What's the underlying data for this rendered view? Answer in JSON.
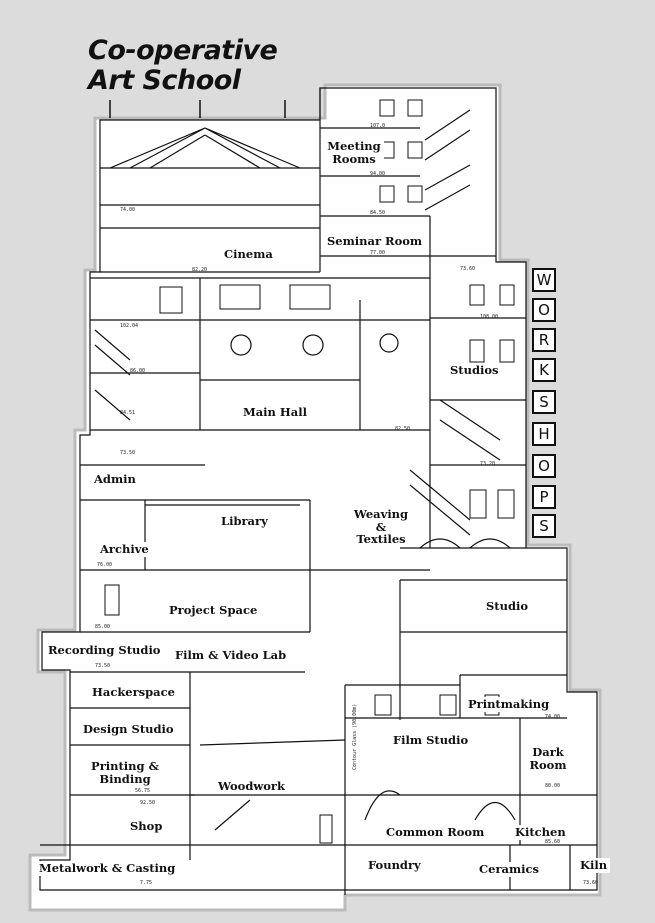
{
  "title": {
    "line1": "Co-operative",
    "line2": "Art School"
  },
  "workshops_letters": [
    "W",
    "O",
    "R",
    "K",
    "S",
    "H",
    "O",
    "P",
    "S"
  ],
  "rooms": {
    "meeting_rooms": "Meeting Rooms",
    "seminar_room": "Seminar Room",
    "cinema": "Cinema",
    "studios": "Studios",
    "main_hall": "Main Hall",
    "admin": "Admin",
    "library": "Library",
    "weaving": "Weaving & Textiles",
    "archive": "Archive",
    "project_space": "Project Space",
    "studio": "Studio",
    "recording_studio": "Recording Studio",
    "film_video_lab": "Film & Video Lab",
    "hackerspace": "Hackerspace",
    "printmaking": "Printmaking",
    "design_studio": "Design Studio",
    "film_studio": "Film Studio",
    "dark_room": "Dark Room",
    "printing_binding": "Printing & Binding",
    "woodwork": "Woodwork",
    "shop": "Shop",
    "common_room": "Common Room",
    "kitchen": "Kitchen",
    "metalwork": "Metalwork & Casting",
    "foundry": "Foundry",
    "ceramics": "Ceramics",
    "kiln": "Kiln"
  },
  "levels": {
    "l1": "107.0",
    "l2": "94.00",
    "l3": "84.50",
    "l4": "77.00",
    "l5": "73.60",
    "l6": "74.00",
    "l7": "82.20",
    "l8": "102.04",
    "l9": "86.00",
    "l10": "84.51",
    "l11": "73.50",
    "l12": "82.50",
    "l13": "73.50",
    "l14": "56.75",
    "l15": "7.75",
    "l16": "92.50",
    "l17": "108.00",
    "l18": "73.20",
    "l19": "85.00",
    "l20": "76.00",
    "l21": "80.00",
    "l22": "85.60",
    "l23": "74.00",
    "l24": "73.60"
  },
  "annotation": "Contour Glass (90.00m)"
}
